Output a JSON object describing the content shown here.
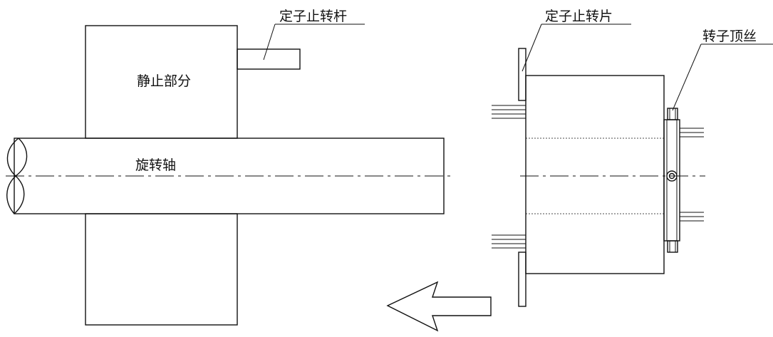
{
  "diagram": {
    "labels": {
      "stator_stop_rod": "定子止转杆",
      "stationary_part": "静止部分",
      "rotating_shaft": "旋转轴",
      "stator_stop_plate": "定子止转片",
      "rotor_set_screw": "转子顶丝"
    },
    "colors": {
      "line": "#111111",
      "background": "#ffffff",
      "hatch": "#555555"
    }
  }
}
